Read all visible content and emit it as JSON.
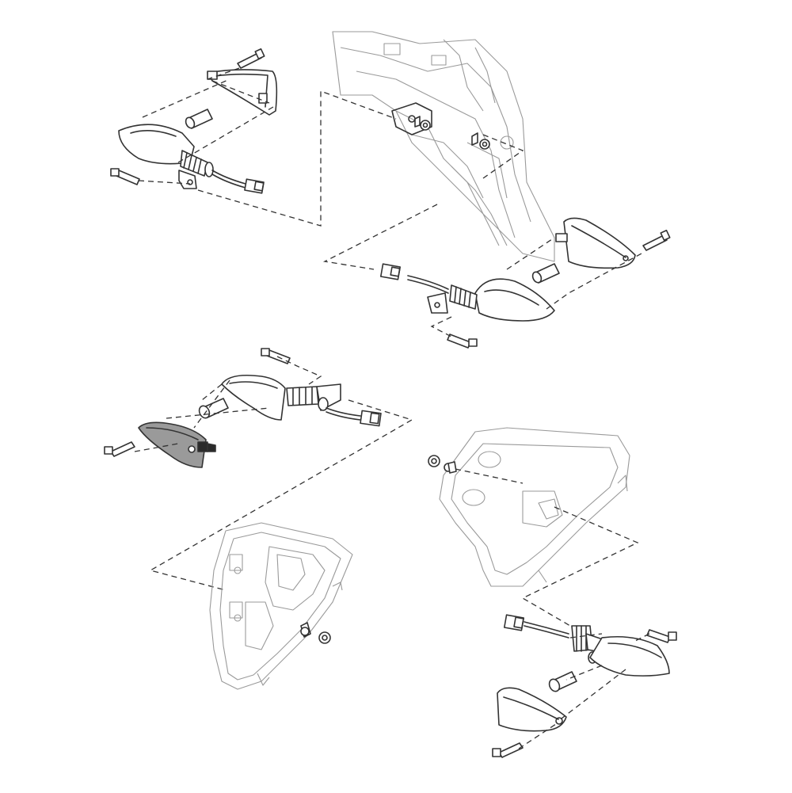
{
  "diagram": {
    "style": "line-art exploded parts diagram",
    "colors": {
      "line": "#333333",
      "ghost": "#9a9a9a",
      "highlight": "#9a9a9a",
      "background": "#ffffff"
    },
    "components": [
      "turn-signal-assembly-upper-left",
      "turn-signal-assembly-upper-right",
      "turn-signal-assembly-middle-highlighted",
      "turn-signal-assembly-lower-right",
      "rear-frame-subframe",
      "front-fairing-bracket",
      "tail-panel-bracket"
    ]
  }
}
